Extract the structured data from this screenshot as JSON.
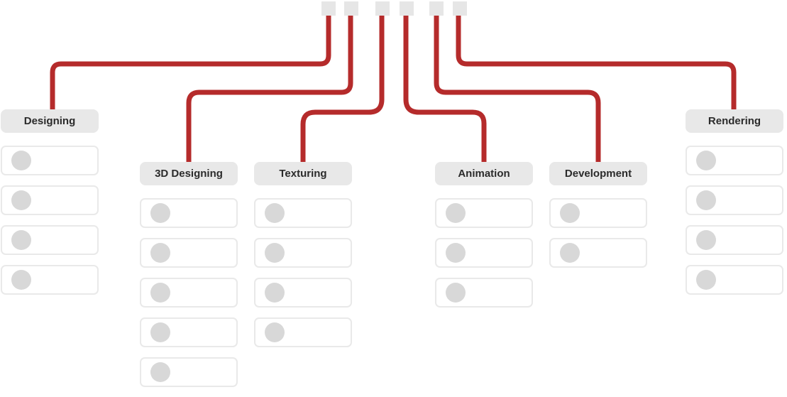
{
  "diagram": {
    "wire_color": "#b52b2b",
    "port_color": "#e6e6e6",
    "columns": [
      {
        "id": "designing",
        "label": "Designing",
        "item_count": 4
      },
      {
        "id": "3d-designing",
        "label": "3D Designing",
        "item_count": 5
      },
      {
        "id": "texturing",
        "label": "Texturing",
        "item_count": 4
      },
      {
        "id": "animation",
        "label": "Animation",
        "item_count": 3
      },
      {
        "id": "development",
        "label": "Development",
        "item_count": 2
      },
      {
        "id": "rendering",
        "label": "Rendering",
        "item_count": 4
      }
    ]
  }
}
